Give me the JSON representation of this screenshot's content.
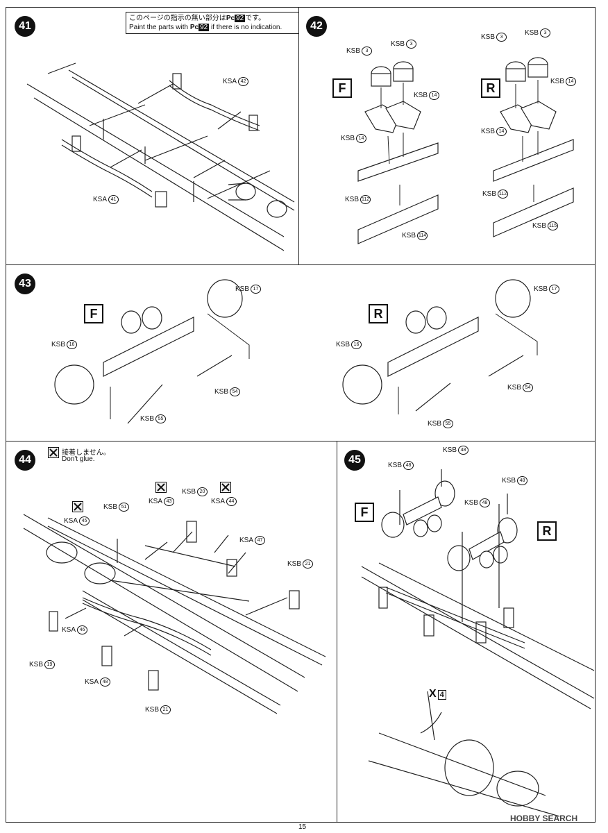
{
  "page_number": "15",
  "watermark": "HOBBY SEARCH",
  "paint_note": {
    "ja": "このページの指示の無い部分は",
    "code": "92",
    "ja_end": "です。",
    "en_start": "Paint the parts with",
    "en_end": "if there is no indication."
  },
  "steps": {
    "s41": {
      "num": "41",
      "labels": [
        {
          "text": "KSA",
          "part": "42"
        },
        {
          "text": "KSA",
          "part": "41"
        }
      ]
    },
    "s42": {
      "num": "42",
      "f_letter": "F",
      "r_letter": "R",
      "f_labels": [
        {
          "text": "KSB",
          "part": "3"
        },
        {
          "text": "KSB",
          "part": "3"
        },
        {
          "text": "KSB",
          "part": "14"
        },
        {
          "text": "KSB",
          "part": "14"
        },
        {
          "text": "KSB",
          "part": "112"
        },
        {
          "text": "KSB",
          "part": "114"
        }
      ],
      "r_labels": [
        {
          "text": "KSB",
          "part": "3"
        },
        {
          "text": "KSB",
          "part": "3"
        },
        {
          "text": "KSB",
          "part": "14"
        },
        {
          "text": "KSB",
          "part": "14"
        },
        {
          "text": "KSB",
          "part": "112"
        },
        {
          "text": "KSB",
          "part": "115"
        }
      ]
    },
    "s43": {
      "num": "43",
      "f_letter": "F",
      "r_letter": "R",
      "f_labels": [
        {
          "text": "KSB",
          "part": "17"
        },
        {
          "text": "KSB",
          "part": "16"
        },
        {
          "text": "KSB",
          "part": "54"
        },
        {
          "text": "KSB",
          "part": "55"
        }
      ],
      "r_labels": [
        {
          "text": "KSB",
          "part": "17"
        },
        {
          "text": "KSB",
          "part": "16"
        },
        {
          "text": "KSB",
          "part": "54"
        },
        {
          "text": "KSB",
          "part": "55"
        }
      ]
    },
    "s44": {
      "num": "44",
      "noglue_ja": "接着しません。",
      "noglue_en": "Don't glue.",
      "labels": [
        {
          "text": "KSB",
          "part": "51"
        },
        {
          "text": "KSA",
          "part": "45"
        },
        {
          "text": "KSA",
          "part": "43"
        },
        {
          "text": "KSB",
          "part": "20"
        },
        {
          "text": "KSA",
          "part": "44"
        },
        {
          "text": "KSA",
          "part": "47"
        },
        {
          "text": "KSB",
          "part": "21"
        },
        {
          "text": "KSA",
          "part": "46"
        },
        {
          "text": "KSB",
          "part": "19"
        },
        {
          "text": "KSA",
          "part": "48"
        },
        {
          "text": "KSB",
          "part": "21"
        }
      ]
    },
    "s45": {
      "num": "45",
      "f_letter": "F",
      "r_letter": "R",
      "x_label": "X",
      "x_part": "4",
      "labels": [
        {
          "text": "KSB",
          "part": "48"
        },
        {
          "text": "KSB",
          "part": "48"
        },
        {
          "text": "KSB",
          "part": "48"
        },
        {
          "text": "KSB",
          "part": "48"
        }
      ]
    }
  }
}
